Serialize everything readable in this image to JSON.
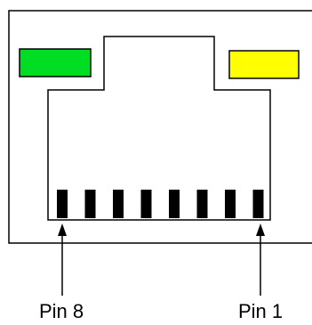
{
  "pins": {
    "left_label": "Pin 8",
    "right_label": "Pin 1",
    "count": 8
  },
  "leds": {
    "left": {
      "color": "#00dd22",
      "name": "green-led"
    },
    "right": {
      "color": "#ffff00",
      "name": "yellow-led"
    }
  },
  "colors": {
    "outline": "#000000",
    "contact": "#000000",
    "background": "#ffffff"
  }
}
